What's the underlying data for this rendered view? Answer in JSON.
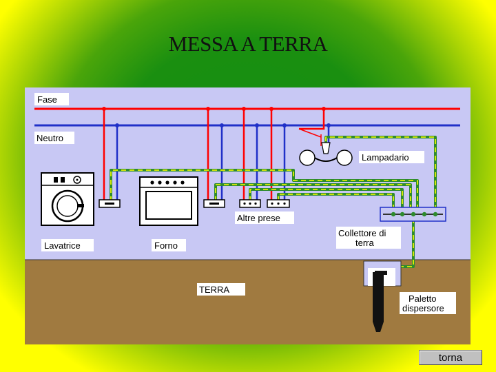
{
  "slide": {
    "title": "MESSA A TERRA",
    "button_label": "torna"
  },
  "diagram": {
    "labels": {
      "fase": "Fase",
      "neutro": "Neutro",
      "lampadario": "Lampadario",
      "altre_prese": "Altre prese",
      "collettore": [
        "Collettore di",
        "terra"
      ],
      "lavatrice": "Lavatrice",
      "forno": "Forno",
      "terra": "TERRA",
      "paletto": [
        "Paletto",
        "dispersore"
      ]
    },
    "colors": {
      "phase": "#ff0000",
      "neutral": "#2030c8",
      "earth_green": "#2e8b2e",
      "earth_yellow": "#ffff00",
      "wall": "#c8c8f4",
      "ground": "#a07a40",
      "background_yellow": "#ffff00",
      "background_green": "#138f13"
    },
    "icons": [
      "washing-machine-icon",
      "oven-icon",
      "chandelier-icon",
      "socket-icon",
      "earth-rod-icon"
    ]
  }
}
